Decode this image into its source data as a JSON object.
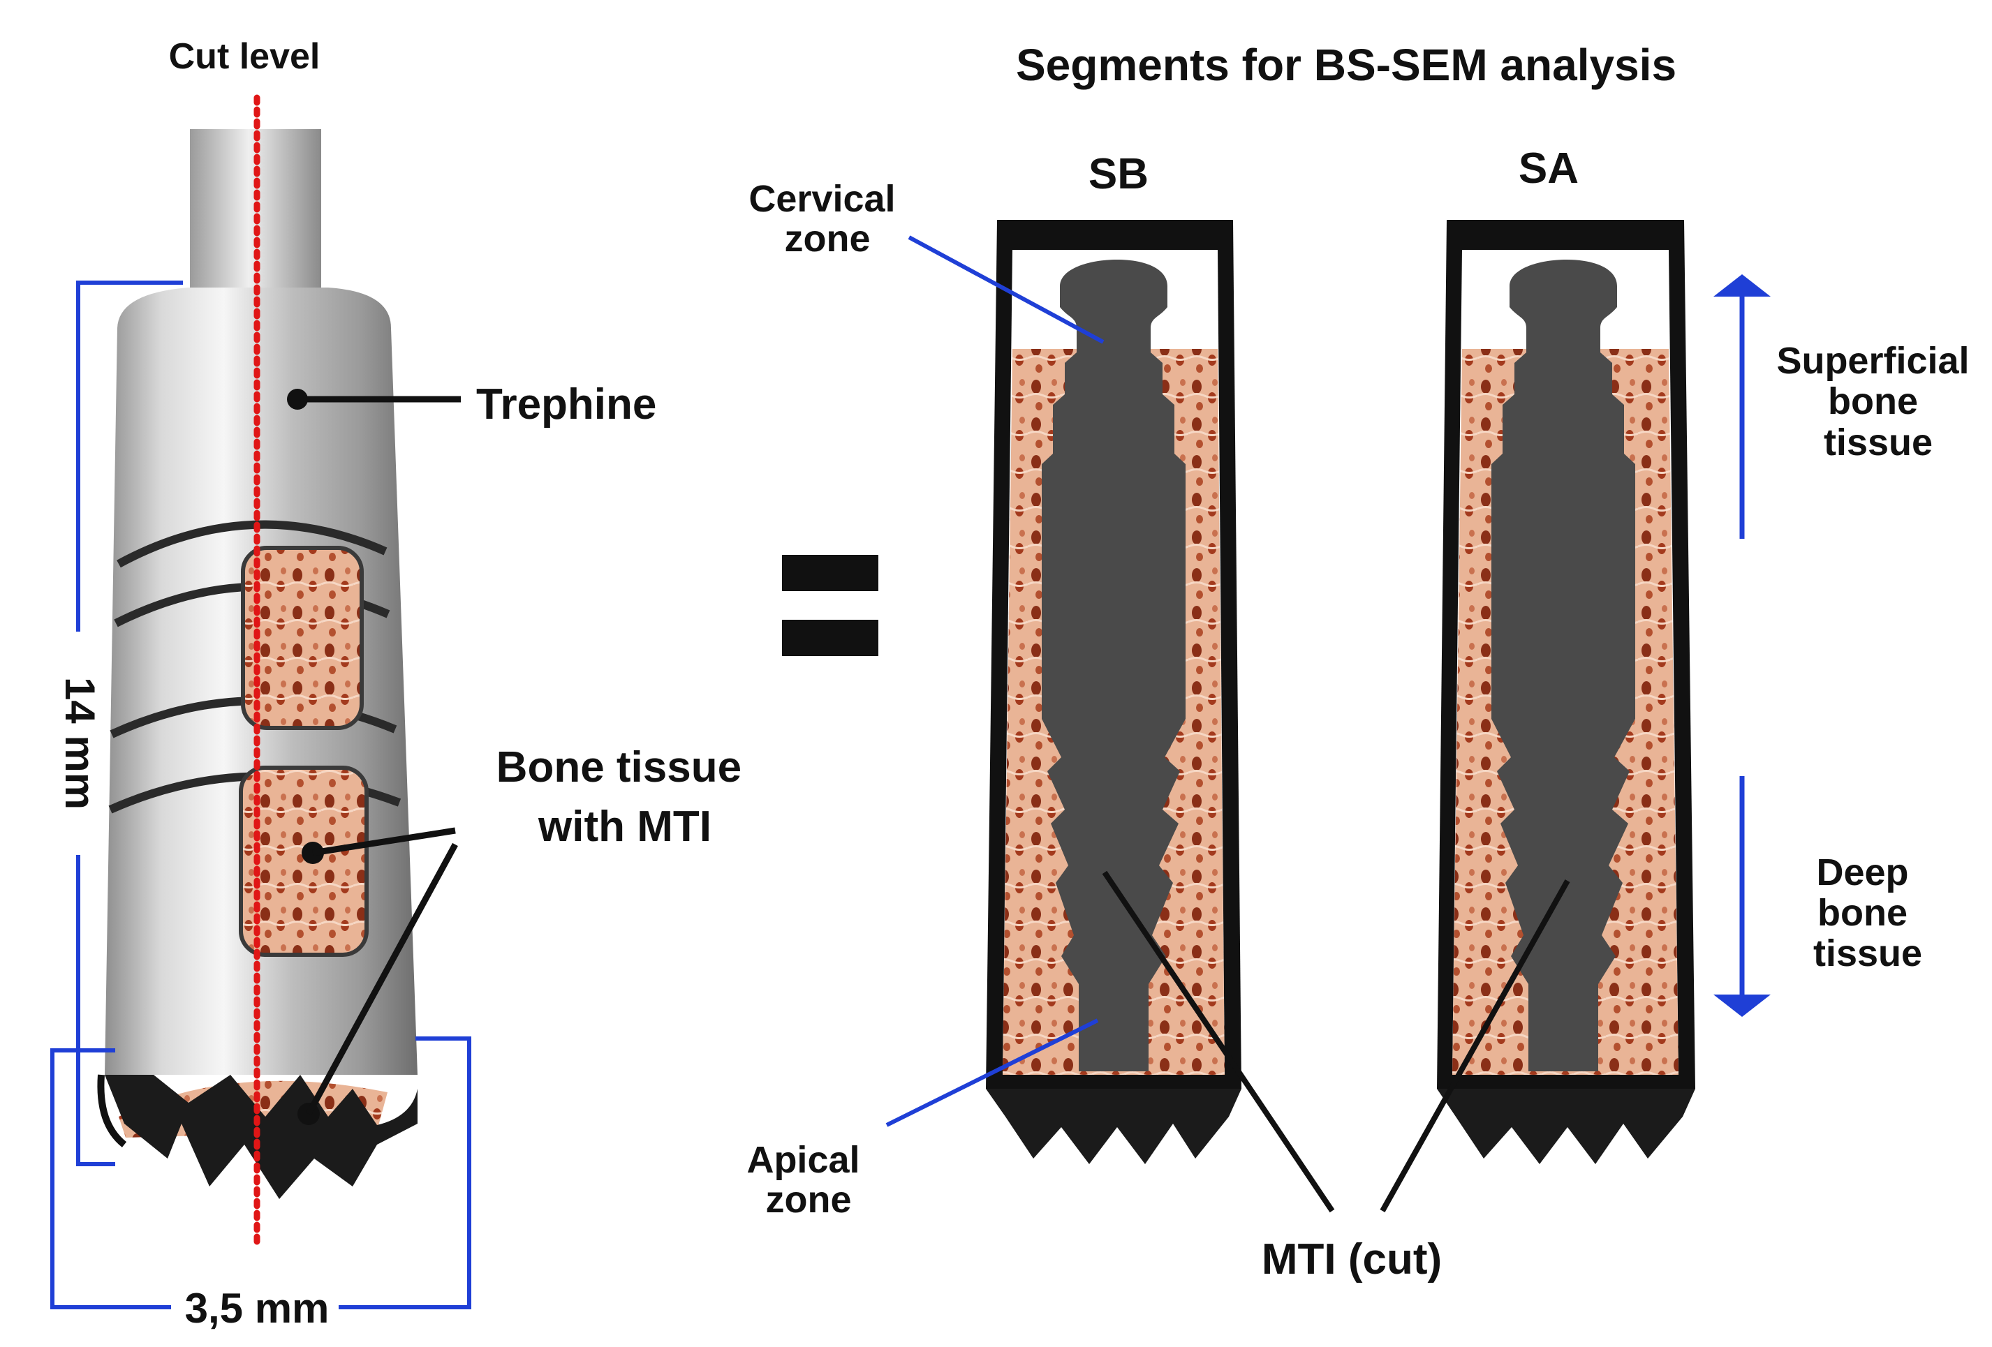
{
  "labels": {
    "cut_level": "Cut level",
    "trephine": "Trephine",
    "bone_tissue_line1": "Bone tissue",
    "bone_tissue_line2": "with MTI",
    "length": "14 mm",
    "width": "3,5 mm",
    "equals": "=",
    "segments_title": "Segments for BS-SEM analysis",
    "segment_sb": "SB",
    "segment_sa": "SA",
    "cervical_line1": "Cervical",
    "cervical_line2": "zone",
    "apical_line1": "Apical",
    "apical_line2": "zone",
    "mti_cut": "MTI (cut)",
    "superficial_line1": "Superficial",
    "superficial_line2": "bone",
    "superficial_line3": "tissue",
    "deep_line1": "Deep",
    "deep_line2": "bone",
    "deep_line3": "tissue"
  },
  "colors": {
    "dimension_blue": "#1f3fd6",
    "cut_red": "#e01616",
    "implant_grey": "#4a4a4a",
    "bone_tissue": "#e2a887",
    "bone_pore": "#8a2f17",
    "frame_black": "#111111"
  }
}
